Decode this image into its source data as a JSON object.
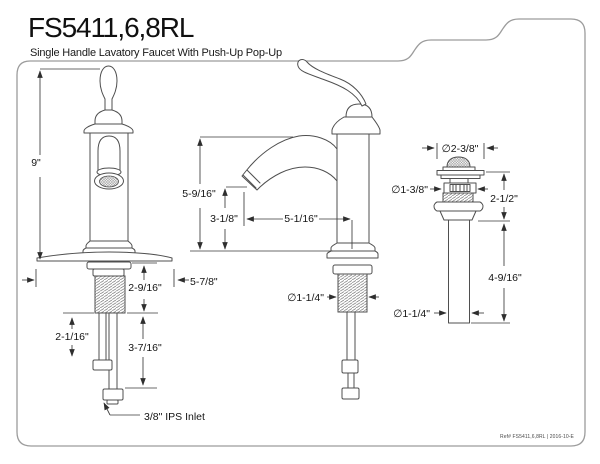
{
  "header": {
    "model": "FS5411,6,8RL",
    "subtitle": "Single Handle Lavatory Faucet With Push-Up Pop-Up"
  },
  "dims": {
    "front": {
      "height": "9\"",
      "base_width": "5-7/8\"",
      "shank_length": "2-9/16\"",
      "supply_upper": "2-1/16\"",
      "supply_lower": "3-7/16\"",
      "inlet_note": "3/8\" IPS Inlet"
    },
    "side": {
      "spout_height": "5-9/16\"",
      "outlet_height": "3-1/8\"",
      "spout_reach": "5-1/16\"",
      "shank_diameter": "∅1-1/4\""
    },
    "drain": {
      "flange_diameter": "∅2-3/8\"",
      "body_diameter": "∅1-3/8\"",
      "upper_height": "2-1/2\"",
      "tailpiece_length": "4-9/16\"",
      "tailpiece_diameter": "∅1-1/4\""
    }
  },
  "footer": {
    "ref": "Ref# FS5411,6,8RL | 2016-10-E"
  },
  "colors": {
    "line": "#4f4f4f",
    "dim_line": "#3a3a3a",
    "text": "#141414",
    "border": "#9c9c9c",
    "background": "#ffffff"
  }
}
